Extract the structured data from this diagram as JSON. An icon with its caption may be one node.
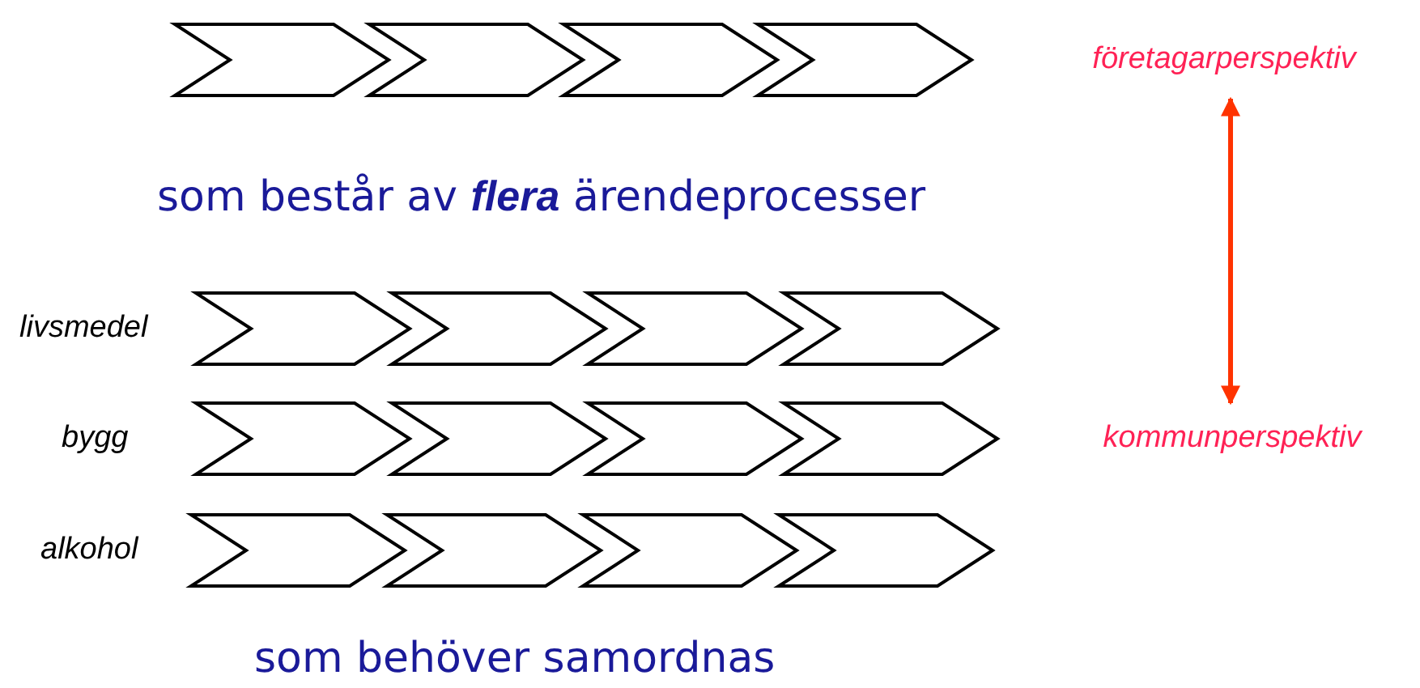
{
  "diagram": {
    "nodes": [
      {
        "text": [],
        "shape": "chevron"
      },
      {
        "text": [],
        "shape": "chevron"
      },
      {
        "text": [],
        "shape": "chevron"
      },
      {
        "text": [],
        "shape": "chevron"
      },
      {
        "text": [],
        "shape": "chevron"
      },
      {
        "text": [],
        "shape": "chevron"
      },
      {
        "text": [],
        "shape": "chevron"
      },
      {
        "text": [],
        "shape": "chevron"
      },
      {
        "text": [],
        "shape": "chevron"
      },
      {
        "text": [],
        "shape": "chevron"
      },
      {
        "text": [],
        "shape": "chevron"
      },
      {
        "text": [],
        "shape": "chevron"
      },
      {
        "text": [],
        "shape": "chevron"
      },
      {
        "text": [],
        "shape": "chevron"
      },
      {
        "text": [],
        "shape": "chevron"
      },
      {
        "text": [],
        "shape": "chevron"
      },
      {
        "text": [
          "företagarperspektiv"
        ]
      },
      {
        "text": [
          "kommunperspektiv"
        ]
      }
    ],
    "edges": [
      {
        "from": 16,
        "to": 17,
        "arrow": "both",
        "color": "#ff3300"
      }
    ],
    "labels": [
      "som består av **flera** ärendeprocesser",
      "livsmedel",
      "bygg",
      "alkohol",
      "som behöver samordnas"
    ]
  }
}
